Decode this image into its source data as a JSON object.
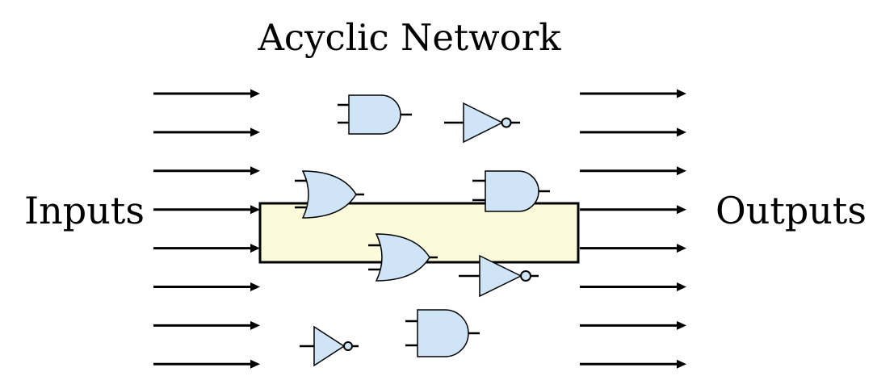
{
  "title": "Acyclic Network",
  "inputs_label": "Inputs",
  "outputs_label": "Outputs",
  "colors": {
    "gate_fill": "#cfe5f7",
    "box_fill": "#fbfbd9",
    "stroke": "#000000"
  },
  "input_count": 8,
  "output_count": 8,
  "gates": [
    {
      "type": "and",
      "name": "and-gate-1"
    },
    {
      "type": "not",
      "name": "not-gate-1"
    },
    {
      "type": "or",
      "name": "or-gate-1"
    },
    {
      "type": "and",
      "name": "and-gate-2"
    },
    {
      "type": "or",
      "name": "or-gate-2"
    },
    {
      "type": "not",
      "name": "not-gate-2"
    },
    {
      "type": "not",
      "name": "not-gate-3"
    },
    {
      "type": "and",
      "name": "and-gate-3"
    }
  ]
}
